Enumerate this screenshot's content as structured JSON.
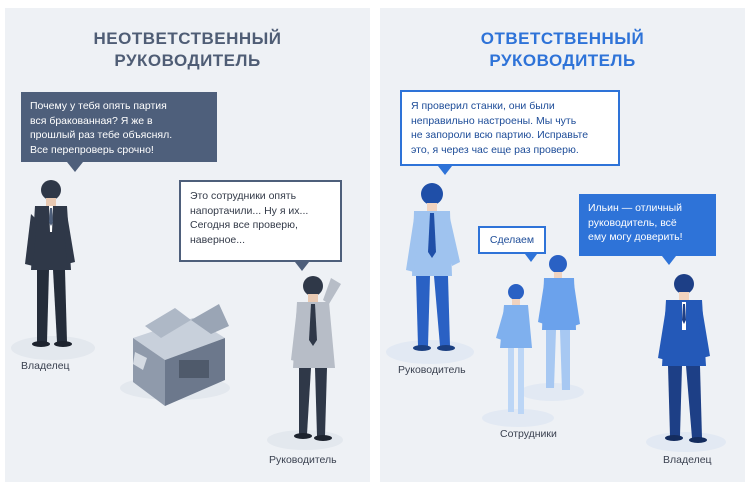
{
  "left_panel": {
    "title_line1": "НЕОТВЕТСТВЕННЫЙ",
    "title_line2": "РУКОВОДИТЕЛЬ",
    "owner_bubble": [
      "Почему у тебя опять партия",
      "вся бракованная? Я же в",
      "прошлый раз тебе объяснял.",
      "Все перепроверь срочно!"
    ],
    "manager_bubble": [
      "Это сотрудники опять",
      "напортачили... Ну я их...",
      "Сегодня все проверю,",
      "наверное..."
    ],
    "owner_label": "Владелец",
    "manager_label": "Руководитель"
  },
  "right_panel": {
    "title_line1": "ОТВЕТСТВЕННЫЙ",
    "title_line2": "РУКОВОДИТЕЛЬ",
    "manager_bubble": [
      "Я проверил станки, они были",
      "неправильно настроены. Мы чуть",
      "не запороли всю партию. Исправьте",
      "это, я через час еще раз проверю."
    ],
    "employees_bubble": "Сделаем",
    "owner_bubble": [
      "Ильин — отличный",
      "руководитель, всё",
      "ему могу доверить!"
    ],
    "manager_label": "Руководитель",
    "employees_label": "Сотрудники",
    "owner_label": "Владелец"
  },
  "colors": {
    "panel_bg": "#eef1f5",
    "dark_accent": "#4e5f7b",
    "blue_accent": "#2e73d8"
  }
}
